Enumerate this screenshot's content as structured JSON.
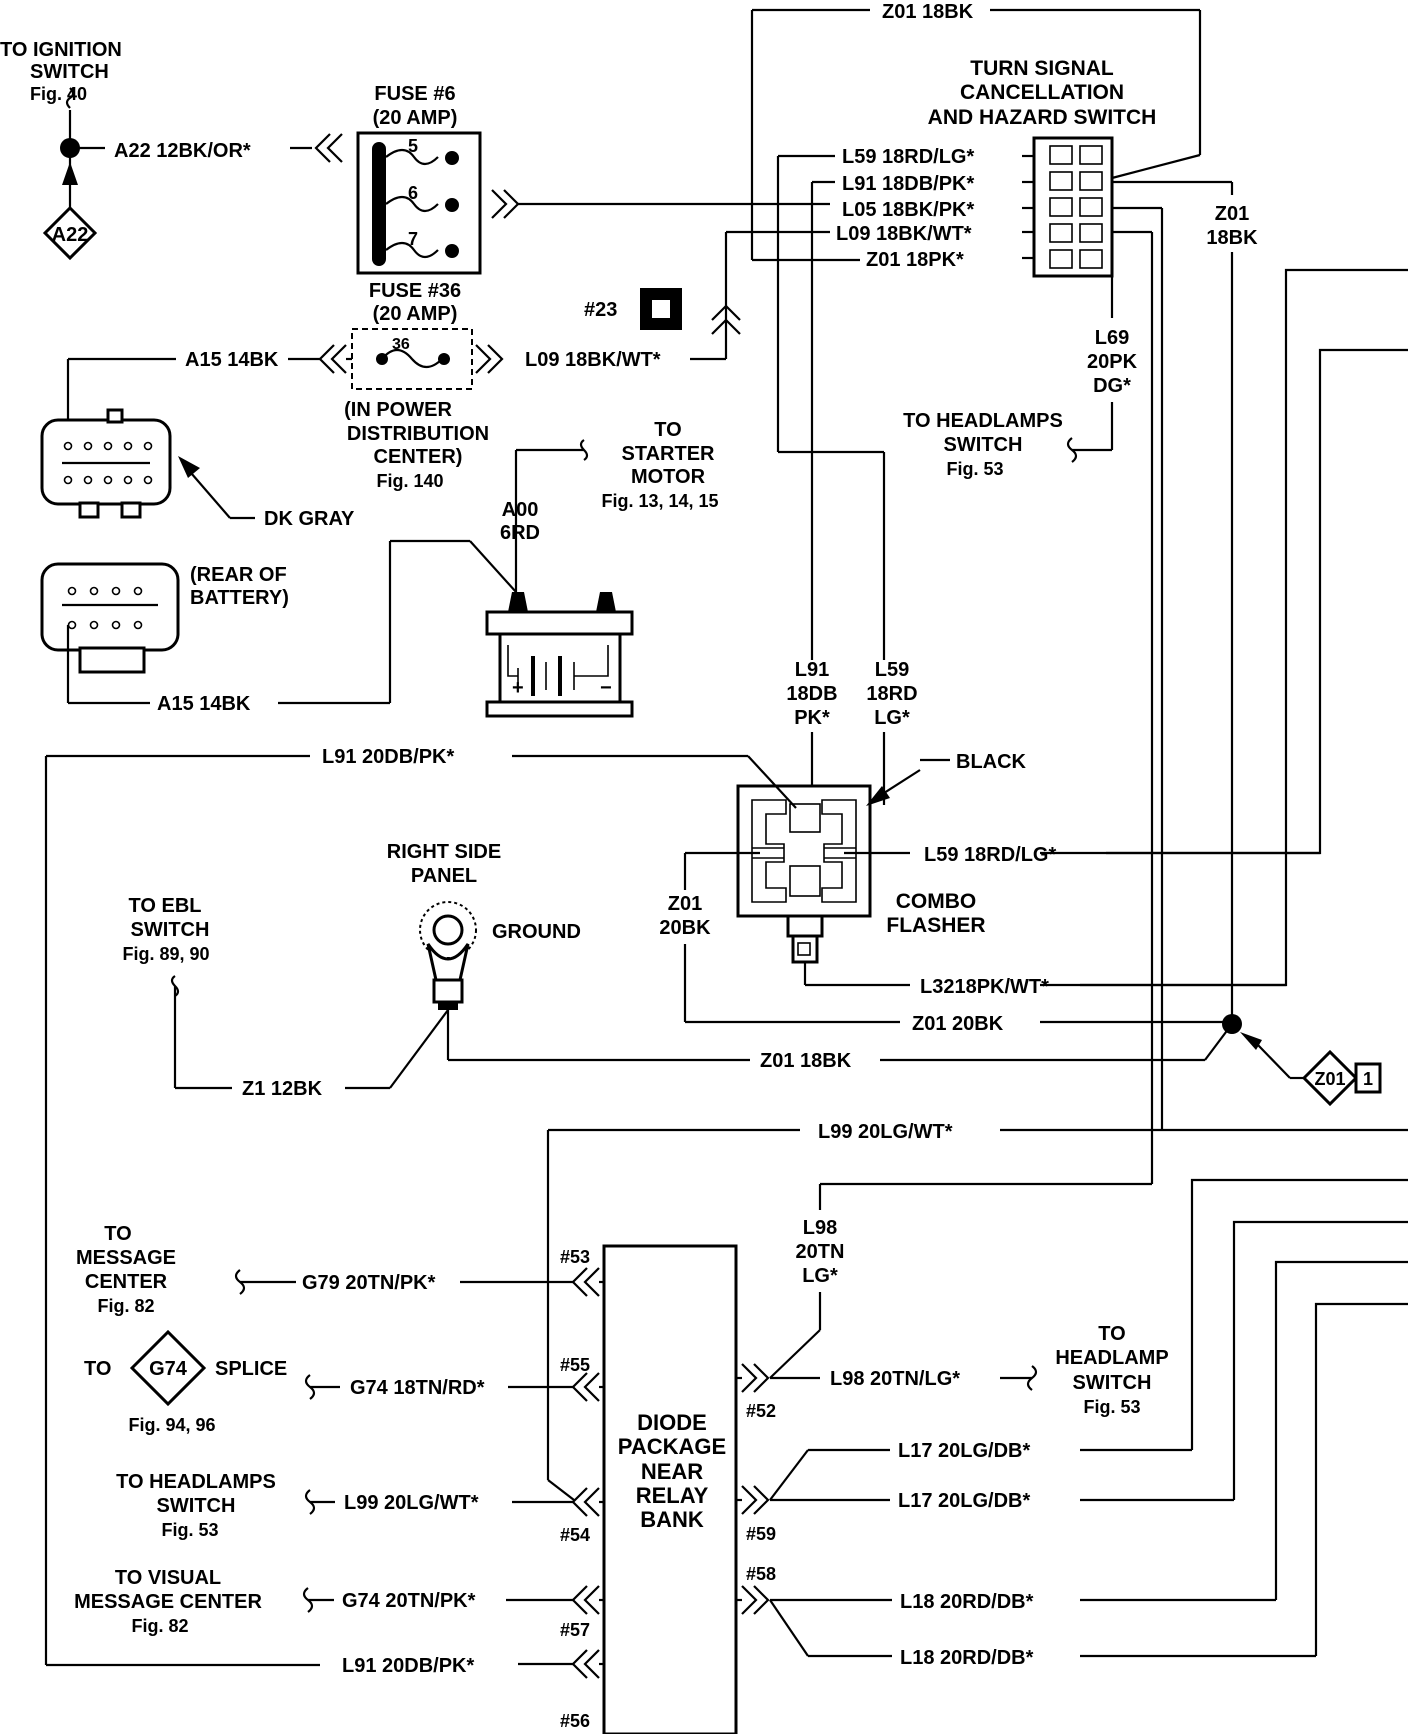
{
  "labels": {
    "to_ignition": [
      "TO IGNITION",
      "SWITCH",
      "Fig. 40"
    ],
    "a22_diamond": "A22",
    "a22_wire": "A22 12BK/OR*",
    "fuse6_title": [
      "FUSE #6",
      "(20 AMP)"
    ],
    "fuse6_pins": [
      "5",
      "6",
      "7"
    ],
    "fuse36_title": [
      "FUSE #36",
      "(20 AMP)"
    ],
    "fuse36_pin": "36",
    "pdc": [
      "(IN POWER",
      "DISTRIBUTION",
      "CENTER)",
      "Fig. 140"
    ],
    "a15_top": "A15 14BK",
    "a15_bottom": "A15 14BK",
    "dk_gray": "DK GRAY",
    "rear_battery": [
      "(REAR OF",
      "BATTERY)"
    ],
    "a00": [
      "A00",
      "6RD"
    ],
    "to_starter": [
      "TO",
      "STARTER",
      "MOTOR",
      "Fig. 13, 14, 15"
    ],
    "num23": "#23",
    "l09_fuse": "L09 18BK/WT*",
    "z01_top": "Z01 18BK",
    "turn_switch": [
      "TURN SIGNAL",
      "CANCELLATION",
      "AND HAZARD SWITCH"
    ],
    "switch_wires": [
      "L59 18RD/LG*",
      "L91 18DB/PK*",
      "L05 18BK/PK*",
      "L09 18BK/WT*",
      "Z01 18PK*"
    ],
    "z01_right": [
      "Z01",
      "18BK"
    ],
    "l69": [
      "L69",
      "20PK",
      "DG*"
    ],
    "to_headlamps_top": [
      "TO HEADLAMPS",
      "SWITCH",
      "Fig. 53"
    ],
    "l91_vert": [
      "L91",
      "18DB",
      "PK*"
    ],
    "l59_vert": [
      "L59",
      "18RD",
      "LG*"
    ],
    "black": "BLACK",
    "l91_20": "L91 20DB/PK*",
    "l59_flasher": "L59 18RD/LG*",
    "z01_20_vert": [
      "Z01",
      "20BK"
    ],
    "combo_flasher": [
      "COMBO",
      "FLASHER"
    ],
    "l32": "L3218PK/WT*",
    "z01_20": "Z01 20BK",
    "z01_18_mid": "Z01 18BK",
    "z01_splice": "Z01",
    "z01_splice_num": "1",
    "right_panel": [
      "RIGHT SIDE",
      "PANEL"
    ],
    "ground": "GROUND",
    "to_ebl": [
      "TO EBL",
      "SWITCH",
      "Fig. 89, 90"
    ],
    "z1": "Z1 12BK",
    "l99_mid": "L99 20LG/WT*",
    "l98_vert": [
      "L98",
      "20TN",
      "LG*"
    ],
    "to_message": [
      "TO",
      "MESSAGE",
      "CENTER",
      "Fig. 82"
    ],
    "g79": "G79 20TN/PK*",
    "to_g74_to": "TO",
    "g74_diamond": "G74",
    "splice": "SPLICE",
    "fig_94": "Fig. 94, 96",
    "g74_18": "G74 18TN/RD*",
    "to_headlamps_bottom": [
      "TO HEADLAMPS",
      "SWITCH",
      "Fig. 53"
    ],
    "l99_bottom": "L99 20LG/WT*",
    "to_visual": [
      "TO VISUAL",
      "MESSAGE CENTER",
      "Fig. 82"
    ],
    "g74_20": "G74 20TN/PK*",
    "l91_bottom": "L91 20DB/PK*",
    "diode": [
      "DIODE",
      "PACKAGE",
      "NEAR",
      "RELAY",
      "BANK"
    ],
    "l98_horiz": "L98 20TN/LG*",
    "to_headlamp_switch": [
      "TO",
      "HEADLAMP",
      "SWITCH",
      "Fig. 53"
    ],
    "l17_a": "L17 20LG/DB*",
    "l17_b": "L17 20LG/DB*",
    "l18_a": "L18 20RD/DB*",
    "l18_b": "L18 20RD/DB*",
    "pins": {
      "p53": "#53",
      "p55": "#55",
      "p54": "#54",
      "p57": "#57",
      "p56": "#56",
      "p52": "#52",
      "p59": "#59",
      "p58": "#58"
    },
    "battery_plus": "+",
    "battery_minus": "−"
  }
}
